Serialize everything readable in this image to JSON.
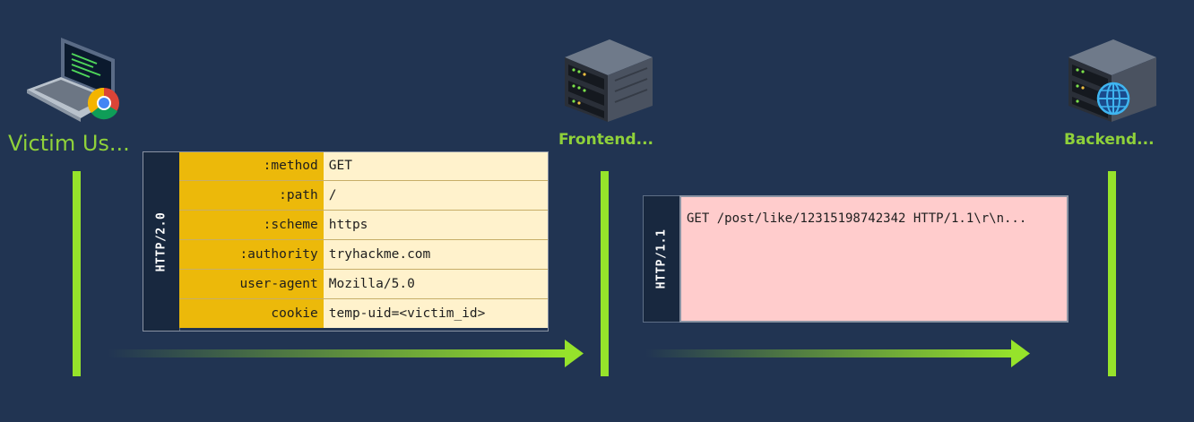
{
  "actors": {
    "victim": {
      "label": "Victim Us...",
      "icon": "laptop-chrome-icon"
    },
    "frontend": {
      "label": "Frontend...",
      "icon": "server-rack-icon"
    },
    "backend": {
      "label": "Backend...",
      "icon": "server-globe-icon"
    }
  },
  "http2": {
    "protocol": "HTTP/2.0",
    "headers": [
      {
        "key": ":method",
        "value": "GET"
      },
      {
        "key": ":path",
        "value": "/"
      },
      {
        "key": ":scheme",
        "value": "https"
      },
      {
        "key": ":authority",
        "value": "tryhackme.com"
      },
      {
        "key": "user-agent",
        "value": "Mozilla/5.0"
      },
      {
        "key": "cookie",
        "value": "temp-uid=<victim_id>"
      }
    ]
  },
  "http11": {
    "protocol": "HTTP/1.1",
    "request_line": "GET /post/like/12315198742342 HTTP/1.1\\r\\n..."
  },
  "colors": {
    "background": "#213452",
    "lifeline": "#96e32b",
    "label": "#8fd13a",
    "header_key_bg": "#ecb90a",
    "header_value_bg": "#fff2cc",
    "http11_bg": "#ffcccc"
  }
}
